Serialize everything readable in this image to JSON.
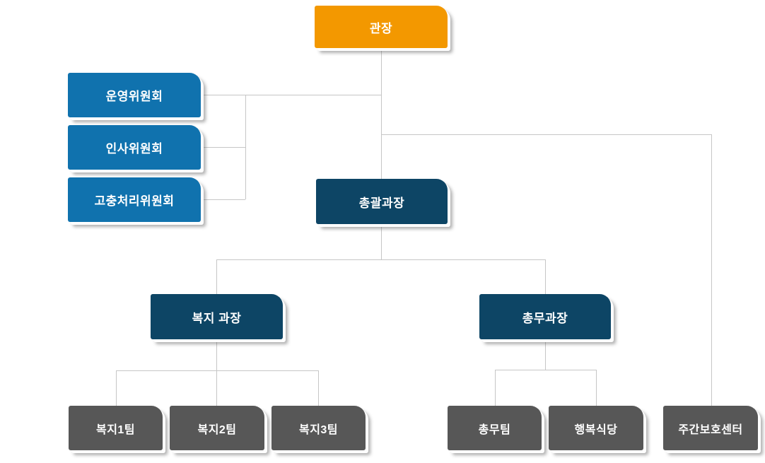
{
  "colors": {
    "director": "#F39800",
    "committee": "#1072AE",
    "manager": "#0D4565",
    "team": "#575757",
    "line": "#C6C6C6",
    "node_text": "#FFFFFF",
    "background": "#FFFFFF"
  },
  "org_chart": {
    "director": {
      "label": "관장"
    },
    "committees": [
      {
        "label": "운영위원회"
      },
      {
        "label": "인사위원회"
      },
      {
        "label": "고충처리위원회"
      }
    ],
    "general_manager": {
      "label": "총괄과장"
    },
    "welfare_manager": {
      "label": "복지 과장"
    },
    "admin_manager": {
      "label": "총무과장"
    },
    "welfare_teams": [
      {
        "label": "복지1팀"
      },
      {
        "label": "복지2팀"
      },
      {
        "label": "복지3팀"
      }
    ],
    "admin_teams": [
      {
        "label": "총무팀"
      },
      {
        "label": "행복식당"
      }
    ],
    "daycare": {
      "label": "주간보호센터"
    }
  }
}
